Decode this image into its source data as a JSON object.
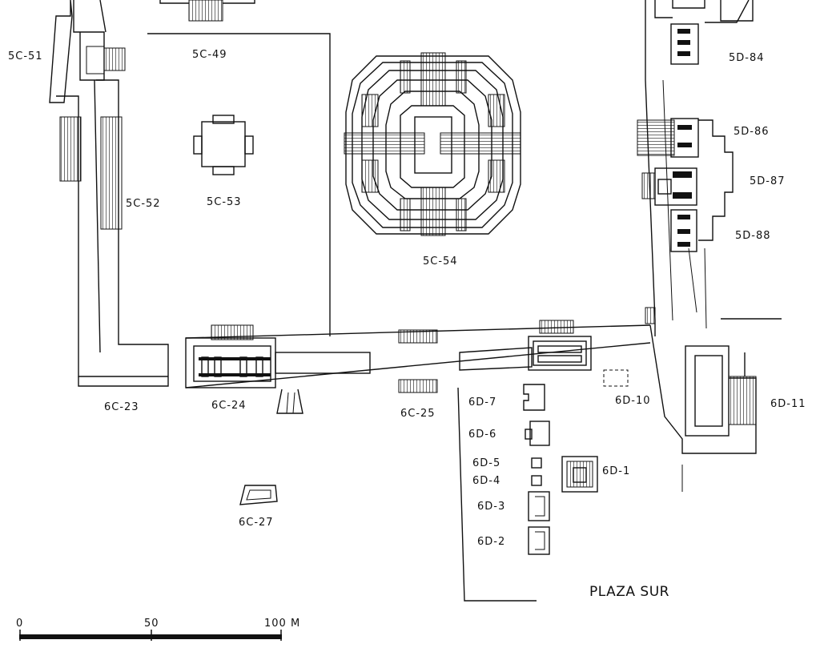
{
  "labels": {
    "s5c51": "5C-51",
    "s5c49": "5C-49",
    "s5c52": "5C-52",
    "s5c53": "5C-53",
    "s5c54": "5C-54",
    "s5d84": "5D-84",
    "s5d86": "5D-86",
    "s5d87": "5D-87",
    "s5d88": "5D-88",
    "s6c23": "6C-23",
    "s6c24": "6C-24",
    "s6c25": "6C-25",
    "s6c27": "6C-27",
    "s6d7": "6D-7",
    "s6d6": "6D-6",
    "s6d5": "6D-5",
    "s6d4": "6D-4",
    "s6d3": "6D-3",
    "s6d2": "6D-2",
    "s6d1": "6D-1",
    "s6d10": "6D-10",
    "s6d11": "6D-11"
  },
  "plaza_label": "PLAZA SUR",
  "scale_bar": {
    "tick0": "0",
    "tick50": "50",
    "tick100": "100 M"
  }
}
